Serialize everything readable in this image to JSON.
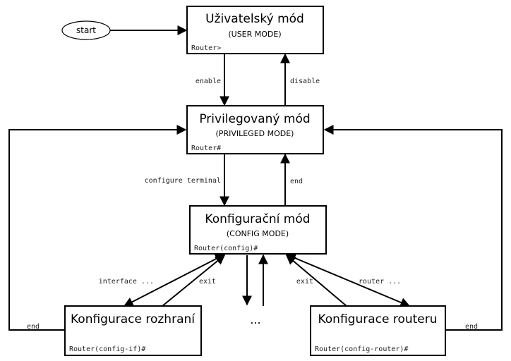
{
  "start_label": "start",
  "nodes": {
    "user": {
      "title": "Uživatelský mód",
      "subtitle": "(USER MODE)",
      "prompt": "Router>"
    },
    "privileged": {
      "title": "Privilegovaný mód",
      "subtitle": "(PRIVILEGED MODE)",
      "prompt": "Router#"
    },
    "config": {
      "title": "Konfigurační mód",
      "subtitle": "(CONFIG MODE)",
      "prompt": "Router(config)#"
    },
    "interface": {
      "title": "Konfigurace rozhraní",
      "prompt": "Router(config-if)#"
    },
    "router": {
      "title": "Konfigurace routeru",
      "prompt": "Router(config-router)#"
    },
    "ellipsis": "..."
  },
  "edges": {
    "enable": "enable",
    "disable": "disable",
    "configure_terminal": "configure terminal",
    "end_config": "end",
    "interface_cmd": "interface ...",
    "exit_if": "exit",
    "exit_router": "exit",
    "router_cmd": "router ...",
    "end_if": "end",
    "end_router": "end"
  }
}
